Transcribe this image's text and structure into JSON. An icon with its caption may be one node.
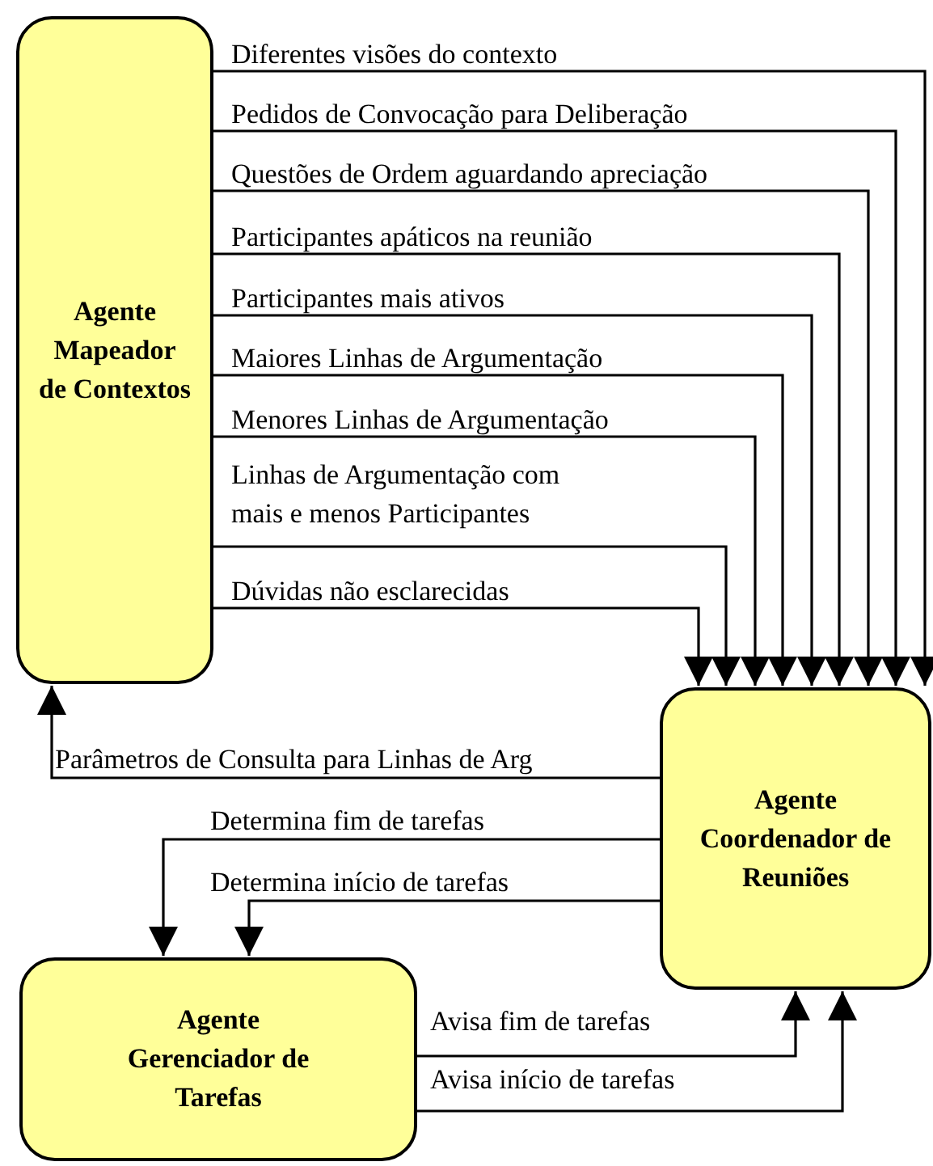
{
  "diagram": {
    "nodes": [
      {
        "text": [
          "Agente Mapeador de Contextos"
        ]
      },
      {
        "text": [
          "Agente Coordenador de Reuniões"
        ]
      },
      {
        "text": [
          "Agente Gerenciador de Tarefas"
        ]
      }
    ],
    "edges": [
      {
        "from": 0,
        "to": 1,
        "arrow": "to",
        "label": "Diferentes visões do contexto"
      },
      {
        "from": 0,
        "to": 1,
        "arrow": "to",
        "label": "Pedidos de Convocação para Deliberação"
      },
      {
        "from": 0,
        "to": 1,
        "arrow": "to",
        "label": "Questões de Ordem aguardando apreciação"
      },
      {
        "from": 0,
        "to": 1,
        "arrow": "to",
        "label": "Participantes apáticos na reunião"
      },
      {
        "from": 0,
        "to": 1,
        "arrow": "to",
        "label": "Participantes mais ativos"
      },
      {
        "from": 0,
        "to": 1,
        "arrow": "to",
        "label": "Maiores Linhas de Argumentação"
      },
      {
        "from": 0,
        "to": 1,
        "arrow": "to",
        "label": "Menores Linhas de Argumentação"
      },
      {
        "from": 0,
        "to": 1,
        "arrow": "to",
        "label": "Linhas de Argumentação com mais e menos Participantes"
      },
      {
        "from": 0,
        "to": 1,
        "arrow": "to",
        "label": "Dúvidas não esclarecidas"
      },
      {
        "from": 1,
        "to": 0,
        "arrow": "to",
        "label": "Parâmetros de Consulta para Linhas de Arg"
      },
      {
        "from": 1,
        "to": 2,
        "arrow": "to",
        "label": "Determina fim de tarefas"
      },
      {
        "from": 1,
        "to": 2,
        "arrow": "to",
        "label": "Determina início de tarefas"
      },
      {
        "from": 2,
        "to": 1,
        "arrow": "to",
        "label": "Avisa fim de tarefas"
      },
      {
        "from": 2,
        "to": 1,
        "arrow": "to",
        "label": "Avisa início de tarefas"
      }
    ]
  }
}
